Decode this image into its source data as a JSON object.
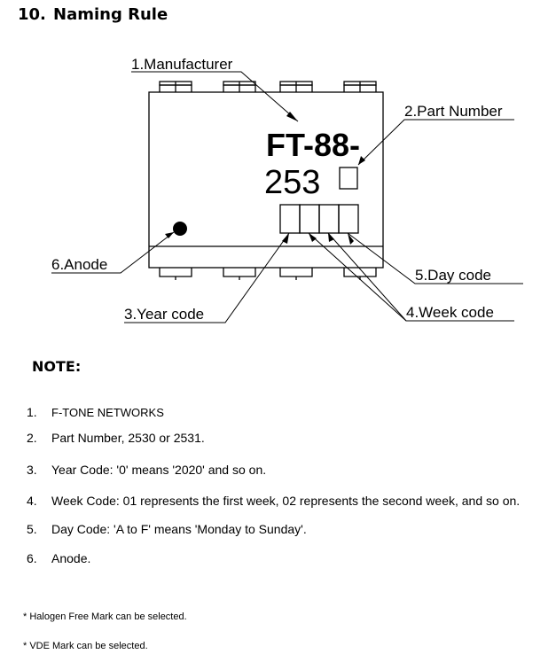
{
  "section": {
    "number": "10.",
    "title": "Naming Rule"
  },
  "diagram": {
    "mark_line1": "FT-88-",
    "mark_line2": "253",
    "labels": {
      "manufacturer": "1.Manufacturer",
      "part_number": "2.Part Number",
      "year_code": "3.Year code",
      "week_code": "4.Week code",
      "day_code": "5.Day code",
      "anode": "6.Anode"
    }
  },
  "note": {
    "title": "NOTE:",
    "items": [
      {
        "num": "1.",
        "text": "F-TONE NETWORKS"
      },
      {
        "num": "2.",
        "text": "Part Number, 2530 or 2531."
      },
      {
        "num": "3.",
        "text": "Year Code:  '0' means '2020' and so on."
      },
      {
        "num": "4.",
        "text": "Week Code:  01 represents the first week, 02 represents the second week, and so on."
      },
      {
        "num": "5.",
        "text": "Day Code:  'A to F' means 'Monday to Sunday'."
      },
      {
        "num": "6.",
        "text": "Anode."
      }
    ]
  },
  "footnotes": [
    "* Halogen Free Mark can be selected.",
    "* VDE Mark can be selected."
  ]
}
